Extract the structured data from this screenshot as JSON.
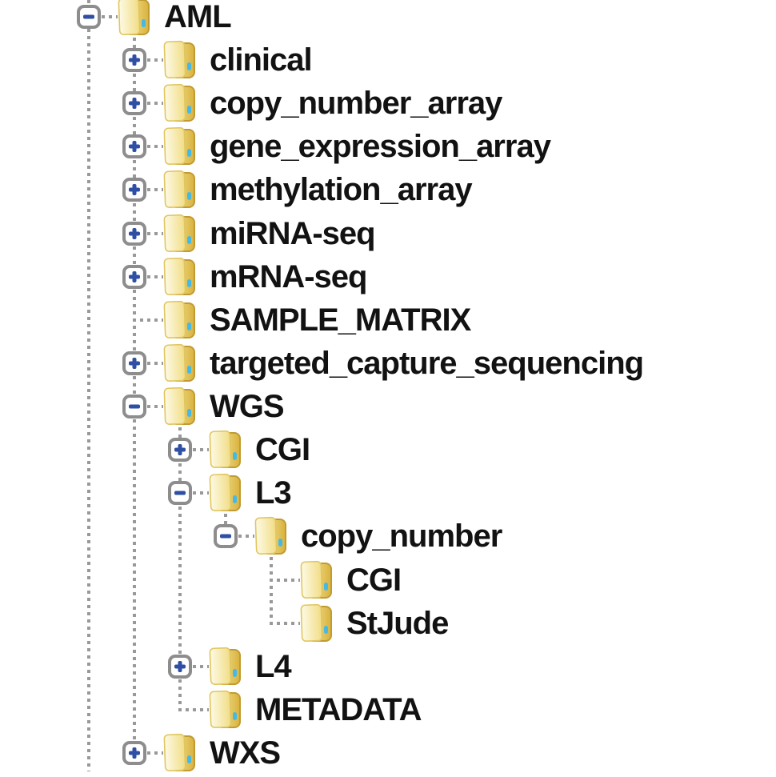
{
  "tree": {
    "nodes": [
      {
        "label": "AML",
        "level": 1,
        "expander": "minus"
      },
      {
        "label": "clinical",
        "level": 2,
        "expander": "plus"
      },
      {
        "label": "copy_number_array",
        "level": 2,
        "expander": "plus"
      },
      {
        "label": "gene_expression_array",
        "level": 2,
        "expander": "plus"
      },
      {
        "label": "methylation_array",
        "level": 2,
        "expander": "plus"
      },
      {
        "label": "miRNA-seq",
        "level": 2,
        "expander": "plus"
      },
      {
        "label": "mRNA-seq",
        "level": 2,
        "expander": "plus"
      },
      {
        "label": "SAMPLE_MATRIX",
        "level": 2,
        "expander": "none"
      },
      {
        "label": "targeted_capture_sequencing",
        "level": 2,
        "expander": "plus"
      },
      {
        "label": "WGS",
        "level": 2,
        "expander": "minus"
      },
      {
        "label": "CGI",
        "level": 3,
        "expander": "plus"
      },
      {
        "label": "L3",
        "level": 3,
        "expander": "minus"
      },
      {
        "label": "copy_number",
        "level": 4,
        "expander": "minus"
      },
      {
        "label": "CGI",
        "level": 5,
        "expander": "none"
      },
      {
        "label": "StJude",
        "level": 5,
        "expander": "none"
      },
      {
        "label": "L4",
        "level": 3,
        "expander": "plus"
      },
      {
        "label": "METADATA",
        "level": 3,
        "expander": "none"
      },
      {
        "label": "WXS",
        "level": 2,
        "expander": "plus"
      }
    ],
    "icons": {
      "node": "folder-icon",
      "expander_collapsed": "plus-box-icon",
      "expander_expanded": "minus-box-icon"
    },
    "colors": {
      "background": "#ffffff",
      "connector": "#999999",
      "expander_border": "#8d8d8d",
      "expander_fill": "#ffffff",
      "expander_sign": "#2e4fa3",
      "folder_front_light": "#fdfae5",
      "folder_front_dark": "#f1dd86",
      "folder_front_edge": "#e0c661",
      "folder_back_light": "#f6e9a4",
      "folder_back_dark": "#d9b23c",
      "folder_outline": "#c19b31",
      "folder_accent": "#45b9e6",
      "label_text": "#121212"
    }
  }
}
